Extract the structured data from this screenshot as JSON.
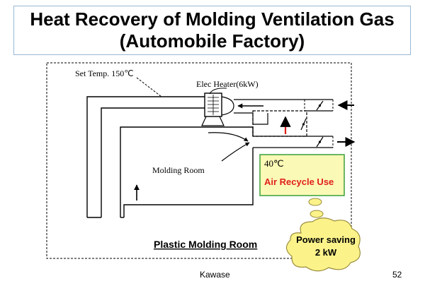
{
  "slide": {
    "title_line1": "Heat Recovery of Molding Ventilation Gas",
    "title_line2": "(Automobile Factory)",
    "author": "Kawase",
    "page_number": "52"
  },
  "diagram": {
    "set_temp": "Set Temp. 150℃",
    "elec_heater": "Elec Heater(6kW)",
    "molding_room": "Molding Room",
    "plastic_room": "Plastic Molding Room",
    "recycle_temp": "40℃",
    "recycle_use": "Air Recycle Use",
    "power_line1": "Power saving",
    "power_line2": "2 kW"
  },
  "colors": {
    "recycle_box_fill": "#fbf9b6",
    "recycle_box_border": "#3aa03a",
    "cloud_fill": "#fbf38a",
    "cloud_border": "#9a8c3a",
    "red_text": "#e0201a",
    "title_border": "#9bb7d8"
  }
}
